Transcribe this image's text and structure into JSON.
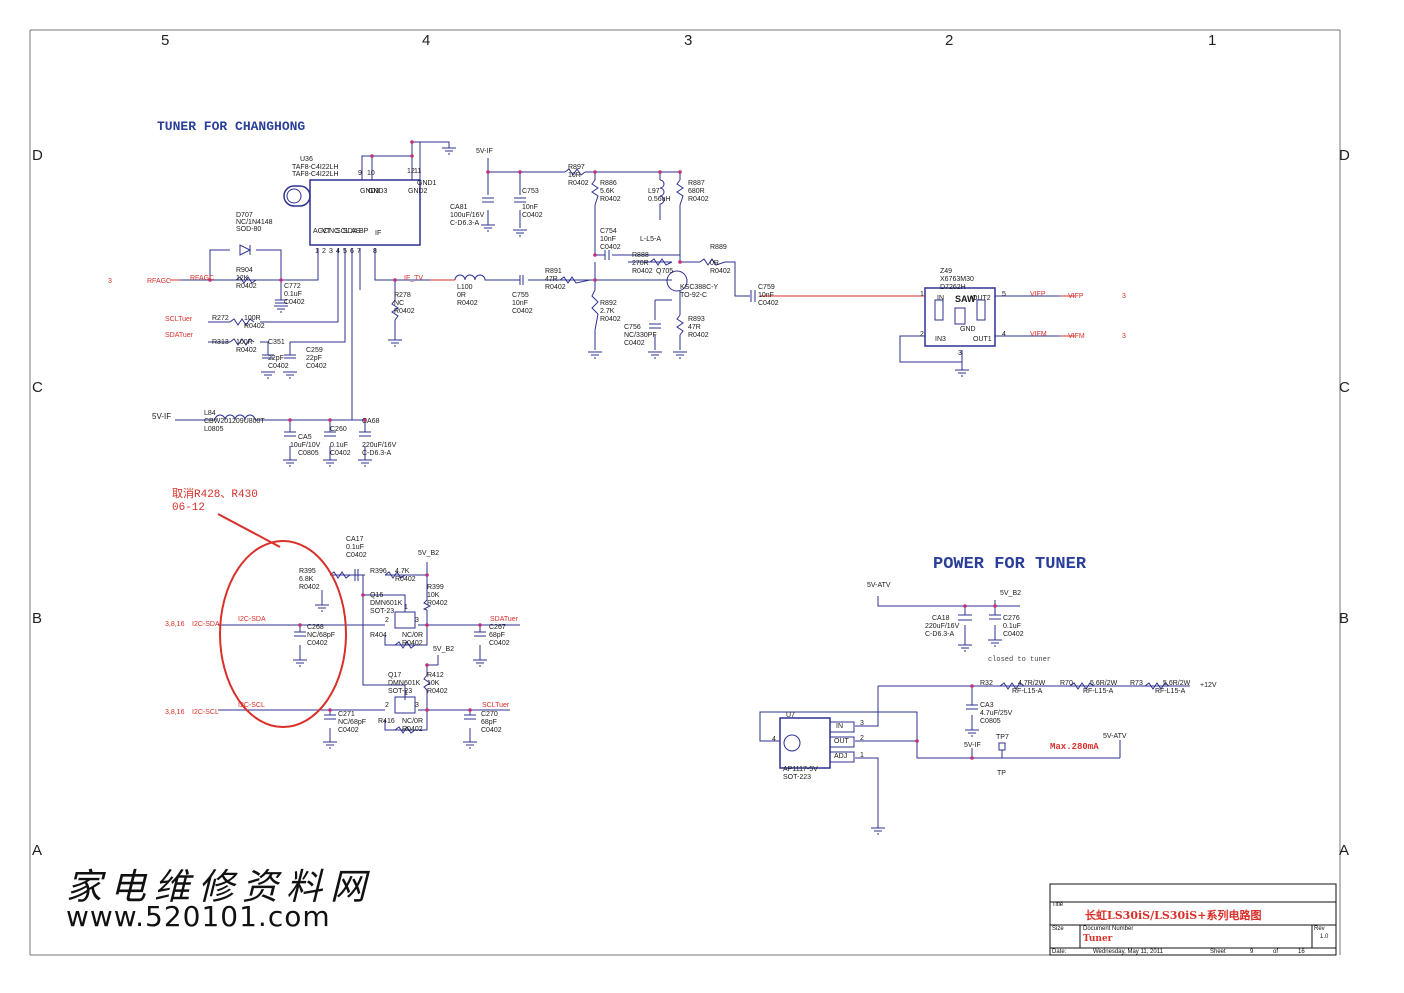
{
  "zones": {
    "cols": [
      "5",
      "4",
      "3",
      "2",
      "1"
    ],
    "rows": [
      "D",
      "C",
      "B",
      "A"
    ]
  },
  "titles": {
    "tuner": "TUNER FOR CHANGHONG",
    "power": "POWER FOR TUNER"
  },
  "note": {
    "line1": "取消R428、R430",
    "line2": "06-12"
  },
  "watermark": {
    "chinese": "家电维修资料网",
    "url": "www.520101.com"
  },
  "title_block": {
    "title_label": "Title",
    "title": "长虹LS30iS/LS30iS+系列电路图",
    "size_label": "Size",
    "doc_label": "Document Number",
    "doc": "Tuner",
    "rev_label": "Rev",
    "rev": "1.0",
    "date_label": "Date:",
    "date": "Wednesday, May 11, 2011",
    "sheet_label": "Sheet",
    "sheet": "9",
    "of_label": "of",
    "total": "16"
  },
  "colors": {
    "wire": "#2e3192",
    "net": "#d9302a",
    "junction": "#c0307a",
    "text": "#1a1a1a"
  },
  "labels": {
    "u36_ref": "U36",
    "u36_part1": "TAF8-C4I22LH",
    "u36_part2": "TAF8-C4I22LH",
    "u36_pins_left": [
      "AGC",
      "VT",
      "NC",
      "SCL",
      "SDA",
      "AS",
      "BP",
      "IF"
    ],
    "u36_pin_gnd3a": "GND3",
    "u36_pin_gnd3b": "GND3",
    "u36_pin_gnd2": "GND2",
    "u36_pin_gnd1": "GND1",
    "u36_num_9": "9",
    "u36_num_10": "10",
    "u36_num_12": "12",
    "u36_num_11": "11",
    "u36_num_bottom": [
      "1",
      "2",
      "3",
      "4",
      "5",
      "6",
      "7",
      "8"
    ],
    "d707": "D707",
    "d707_part": "NC/1N4148",
    "d707_pkg": "SOD-80",
    "r904": "R904",
    "r904_val": "12K",
    "r904_pkg": "R0402",
    "c772": "C772",
    "c772_val": "0.1uF",
    "c772_pkg": "C0402",
    "rfagc_sheet": "3",
    "rfagc_port": "RFAGC",
    "rfagc_net": "RFAGC",
    "sclt": "SCLTuer",
    "sdat": "SDATuer",
    "r272": "R272",
    "r272_val": "100R",
    "r272_pkg": "R0402",
    "r313": "R313",
    "r313_val": "100R",
    "r313_pkg": "R0402",
    "c351": "C351",
    "c351_val": "22pF",
    "c351_pkg": "C0402",
    "c259": "C259",
    "c259_val": "22pF",
    "c259_pkg": "C0402",
    "vif5": "5V-IF",
    "l84": "L84",
    "l84_part": "CBW201209U800T",
    "l84_pkg": "L0805",
    "ca5": "CA5",
    "ca5_val": "10uF/10V",
    "ca5_pkg": "C0805",
    "c260": "C260",
    "c260_val": "0.1uF",
    "c260_pkg": "C0402",
    "ca68": "CA68",
    "ca68_val": "220uF/16V",
    "ca68_pkg": "C-D6.3-A",
    "if_tv": "IF_TV",
    "r278": "R278",
    "r278_val": "NC",
    "r278_pkg": "R0402",
    "l100": "L100",
    "l100_val": "0R",
    "l100_pkg": "R0402",
    "c755": "C755",
    "c755_val": "10nF",
    "c755_pkg": "C0402",
    "vif_top": "5V-IF",
    "ca81": "CA81",
    "ca81_val": "100uF/16V",
    "ca81_pkg": "C-D6.3-A",
    "c753": "C753",
    "c753_val": "10nF",
    "c753_pkg": "C0402",
    "r897": "R897",
    "r897_val": "10R",
    "r897_pkg": "R0402",
    "r886": "R886",
    "r886_val": "5.6K",
    "r886_pkg": "R0402",
    "l97": "L97",
    "l97_val": "0.56uH",
    "r887": "R887",
    "r887_val": "680R",
    "r887_pkg": "R0402",
    "c754": "C754",
    "c754_val": "10nF",
    "c754_pkg": "C0402",
    "l_l5a": "L-L5-A",
    "r888": "R888",
    "r888_val": "270R",
    "r888_pkg": "R0402",
    "r889": "R889",
    "r889_val": "0R",
    "r889_pkg": "R0402",
    "r891": "R891",
    "r891_val": "47R",
    "r891_pkg": "R0402",
    "q705": "Q705",
    "q705_part": "KSC388C-Y",
    "q705_pkg": "TO-92-C",
    "r892": "R892",
    "r892_val": "2.7K",
    "r892_pkg": "R0402",
    "c756": "C756",
    "c756_val": "NC/330PF",
    "c756_pkg": "C0402",
    "r893": "R893",
    "r893_val": "47R",
    "r893_pkg": "R0402",
    "c759": "C759",
    "c759_val": "10nF",
    "c759_pkg": "C0402",
    "z49": "Z49",
    "z49_part": "X6763M30",
    "z49_pkg": "D7262H",
    "saw": "SAW",
    "saw_in": "IN",
    "saw_in2": "IN3",
    "saw_out1": "OUT1",
    "saw_out2": "OUT2",
    "saw_gnd": "GND",
    "saw_pin1": "1",
    "saw_pin2": "2",
    "saw_pin3": "3",
    "saw_pin4": "4",
    "saw_pin5": "5",
    "vifp": "VIFP",
    "vifm": "VIFM",
    "vifp_port": "VIFP",
    "vifm_port": "VIFM",
    "vifp_sheet": "3",
    "vifm_sheet": "3",
    "ca17": "CA17",
    "ca17_val": "0.1uF",
    "ca17_pkg": "C0402",
    "r395": "R395",
    "r395_val": "6.8K",
    "r395_pkg": "R0402",
    "r396": "R396",
    "r396_val": "4.7K",
    "r396_pkg": "R0402",
    "v5b2_a": "5V_B2",
    "r399": "R399",
    "r399_val": "10K",
    "r399_pkg": "R0402",
    "q16": "Q16",
    "q16_part": "DMN601K",
    "q16_pkg": "SOT-23",
    "i2c_sda_sheet": "3,8,16",
    "i2c_sda_port": "I2C-SDA",
    "i2c_sda_net": "I2C-SDA",
    "c268": "C268",
    "c268_val": "NC/68pF",
    "c268_pkg": "C0402",
    "r404": "R404",
    "r404_val": "NC/0R",
    "r404_pkg": "R0402",
    "sdat_out": "SDATuer",
    "c267": "C267",
    "c267_val": "68pF",
    "c267_pkg": "C0402",
    "v5b2_b": "5V_B2",
    "q17": "Q17",
    "q17_part": "DMN601K",
    "q17_pkg": "SOT-23",
    "r412": "R412",
    "r412_val": "10K",
    "r412_pkg": "R0402",
    "i2c_scl_sheet": "3,8,16",
    "i2c_scl_port": "I2C-SCL",
    "i2c_scl_net": "I2C-SCL",
    "c271": "C271",
    "c271_val": "NC/68pF",
    "c271_pkg": "C0402",
    "r416": "R416",
    "r416_val": "NC/0R",
    "r416_pkg": "R0402",
    "sclt_out": "SCLTuer",
    "c270": "C270",
    "c270_val": "68pF",
    "c270_pkg": "C0402",
    "q_pin2a": "2",
    "q_pin3a": "3",
    "q_pin1a": "1",
    "q_pin2b": "2",
    "q_pin3b": "3",
    "q_pin1b": "1",
    "vatv_top": "5V-ATV",
    "v5b2_c": "5V_B2",
    "ca18": "CA18",
    "ca18_val": "220uF/16V",
    "ca18_pkg": "C-D6.3-A",
    "c276": "C276",
    "c276_val": "0.1uF",
    "c276_pkg": "C0402",
    "closed": "closed to tuner",
    "r32": "R32",
    "r32_val": "4.7R/2W",
    "r32_pkg": "RF-L15-A",
    "r70": "R70",
    "r70_val": "5.6R/2W",
    "r70_pkg": "RF-L15-A",
    "r73": "R73",
    "r73_val": "5.6R/2W",
    "r73_pkg": "RF-L15-A",
    "v12": "+12V",
    "ca3": "CA3",
    "ca3_val": "4.7uF/25V",
    "ca3_pkg": "C0805",
    "u7": "U7",
    "u7_in": "IN",
    "u7_out": "OUT",
    "u7_adj": "ADJ",
    "u7_part": "AP1117-5V",
    "u7_pkg": "SOT-223",
    "u7_pin4": "4",
    "u7_pin3": "3",
    "u7_pin2": "2",
    "u7_pin1": "1",
    "vif_reg": "5V-IF",
    "tp7": "TP7",
    "tp": "TP",
    "vatv_out": "5V-ATV",
    "max": "Max.280mA"
  }
}
